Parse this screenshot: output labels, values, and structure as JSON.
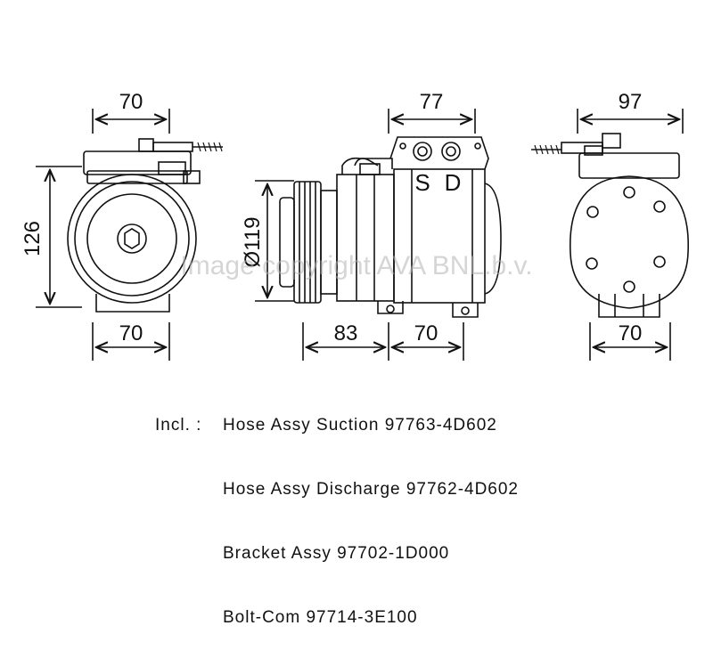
{
  "dimensions": {
    "left_top": "70",
    "left_height": "126",
    "left_bottom": "70",
    "center_top": "77",
    "center_diameter": "Ø119",
    "center_bottom_a": "83",
    "center_bottom_b": "70",
    "right_top": "97",
    "right_bottom": "70"
  },
  "ports": {
    "suction": "S",
    "discharge": "D"
  },
  "watermark": "Image copyright AVA BNL.b.v.",
  "notes": {
    "lead": "Incl. :",
    "items": [
      "Hose Assy Suction 97763-4D602",
      "Hose Assy Discharge 97762-4D602",
      "Bracket Assy 97702-1D000",
      "Bolt-Com 97714-3E100"
    ]
  },
  "colors": {
    "line": "#111111",
    "watermark": "#b4b4b4",
    "background": "#ffffff"
  }
}
